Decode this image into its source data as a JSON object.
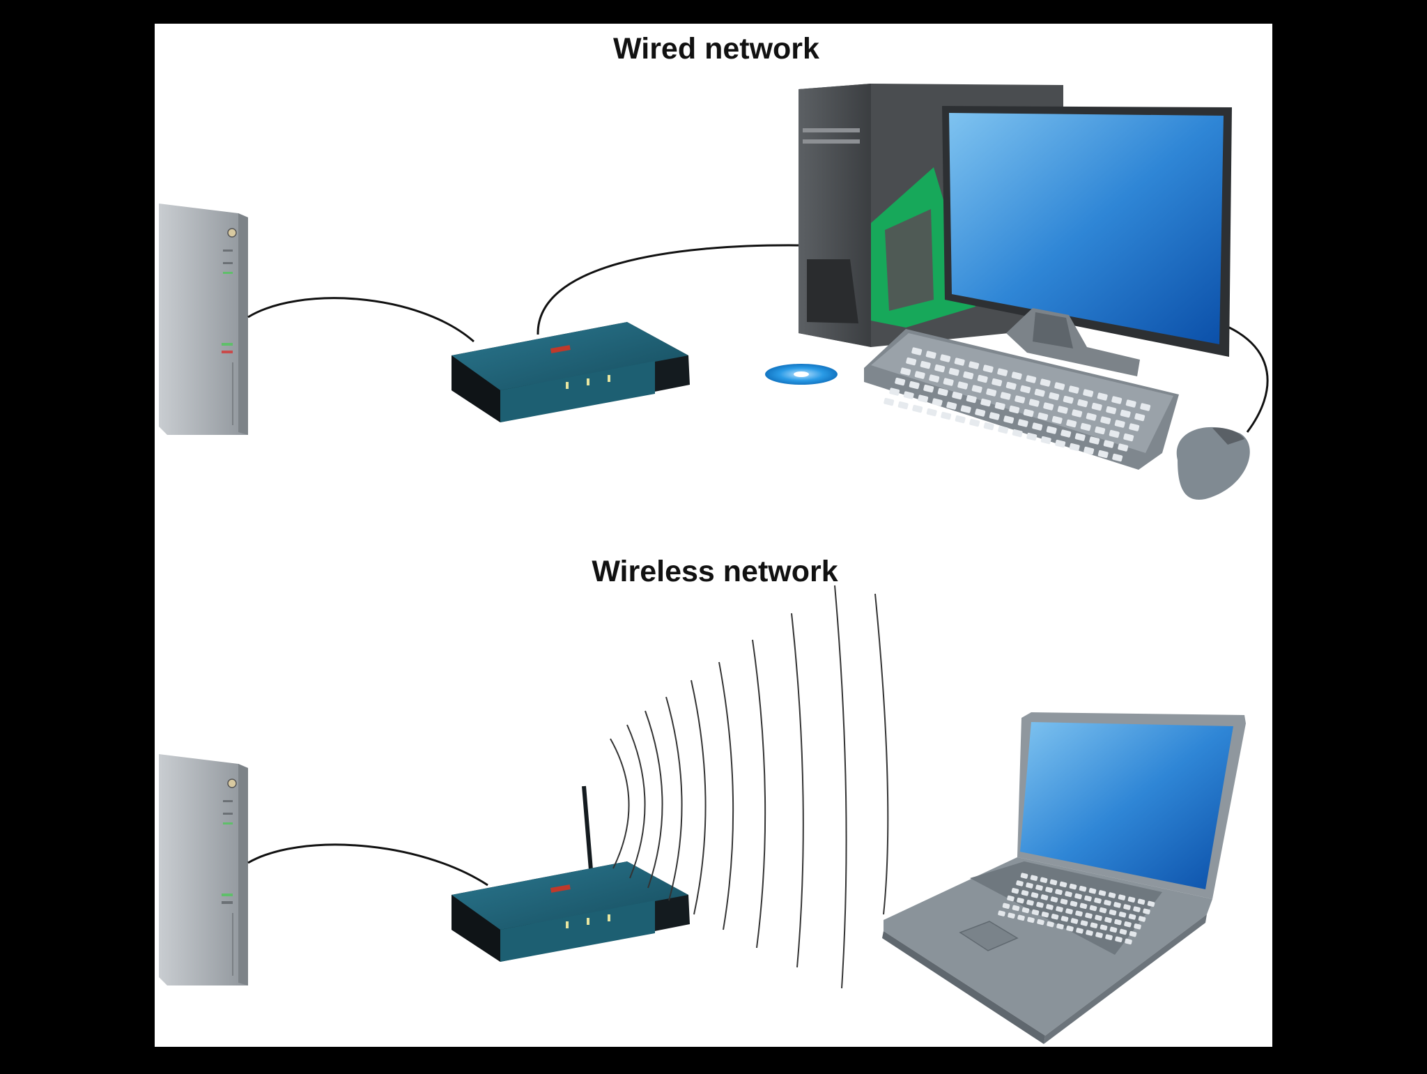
{
  "labels": {
    "wired_title": "Wired network",
    "wireless_title": "Wireless network"
  },
  "colors": {
    "frame": "#000000",
    "canvas": "#ffffff",
    "modem_body": "#a9aeb3",
    "router_body": "#1d5f72",
    "router_edge": "#141b1f",
    "tower": "#4a4d50",
    "tower_accent": "#17a85a",
    "screen_blue": "#2f86d6",
    "keyboard": "#9aa2a9",
    "cable": "#111111",
    "signal_wave": "#333333"
  },
  "devices": {
    "wired": [
      "modem",
      "router",
      "desktop-computer",
      "mouse",
      "cd-disc"
    ],
    "wireless": [
      "modem",
      "wireless-router",
      "laptop"
    ]
  }
}
